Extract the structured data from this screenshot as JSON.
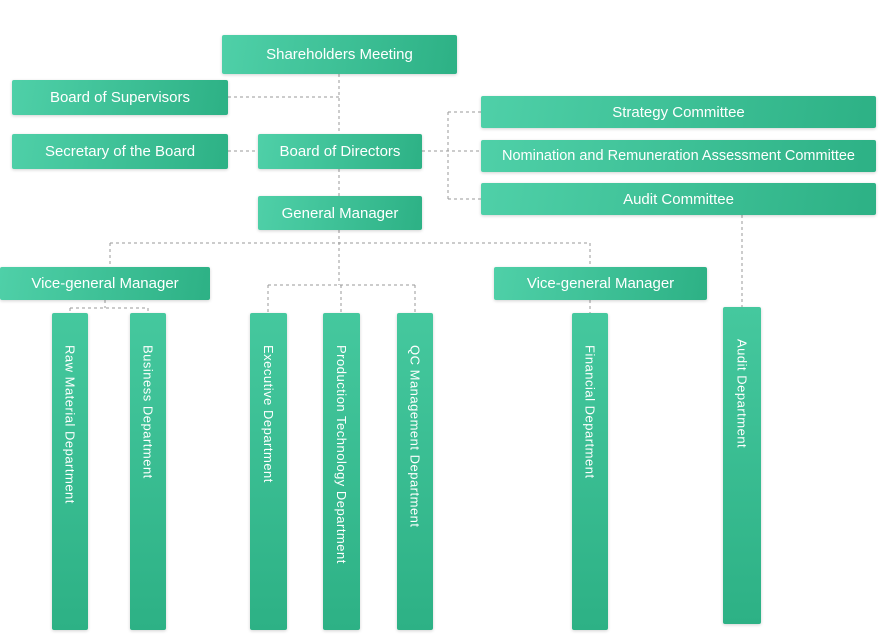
{
  "diagram": {
    "type": "org-chart",
    "nodes": {
      "shareholders_meeting": "Shareholders Meeting",
      "board_of_supervisors": "Board of Supervisors",
      "secretary_of_the_board": "Secretary of the Board",
      "board_of_directors": "Board of Directors",
      "strategy_committee": "Strategy Committee",
      "nomination_committee": "Nomination and Remuneration Assessment Committee",
      "audit_committee": "Audit Committee",
      "general_manager": "General Manager",
      "vice_general_manager_left": "Vice-general Manager",
      "vice_general_manager_right": "Vice-general Manager",
      "raw_material_department": "Raw Material Department",
      "business_department": "Business Department",
      "executive_department": "Executive Department",
      "production_technology_department": "Production Technology Department",
      "qc_management_department": "QC Management Department",
      "financial_department": "Financial Department",
      "audit_department": "Audit Department"
    },
    "edges": [
      [
        "shareholders_meeting",
        "board_of_supervisors"
      ],
      [
        "shareholders_meeting",
        "board_of_directors"
      ],
      [
        "board_of_directors",
        "secretary_of_the_board"
      ],
      [
        "board_of_directors",
        "strategy_committee"
      ],
      [
        "board_of_directors",
        "nomination_committee"
      ],
      [
        "board_of_directors",
        "audit_committee"
      ],
      [
        "board_of_directors",
        "general_manager"
      ],
      [
        "general_manager",
        "vice_general_manager_left"
      ],
      [
        "general_manager",
        "vice_general_manager_right"
      ],
      [
        "general_manager",
        "executive_department"
      ],
      [
        "general_manager",
        "production_technology_department"
      ],
      [
        "general_manager",
        "qc_management_department"
      ],
      [
        "vice_general_manager_left",
        "raw_material_department"
      ],
      [
        "vice_general_manager_left",
        "business_department"
      ],
      [
        "vice_general_manager_right",
        "financial_department"
      ],
      [
        "audit_committee",
        "audit_department"
      ]
    ],
    "colors": {
      "node_fill_start": "#4fd0a8",
      "node_fill_end": "#2db185",
      "node_text": "#ffffff",
      "connector": "#999999"
    }
  }
}
